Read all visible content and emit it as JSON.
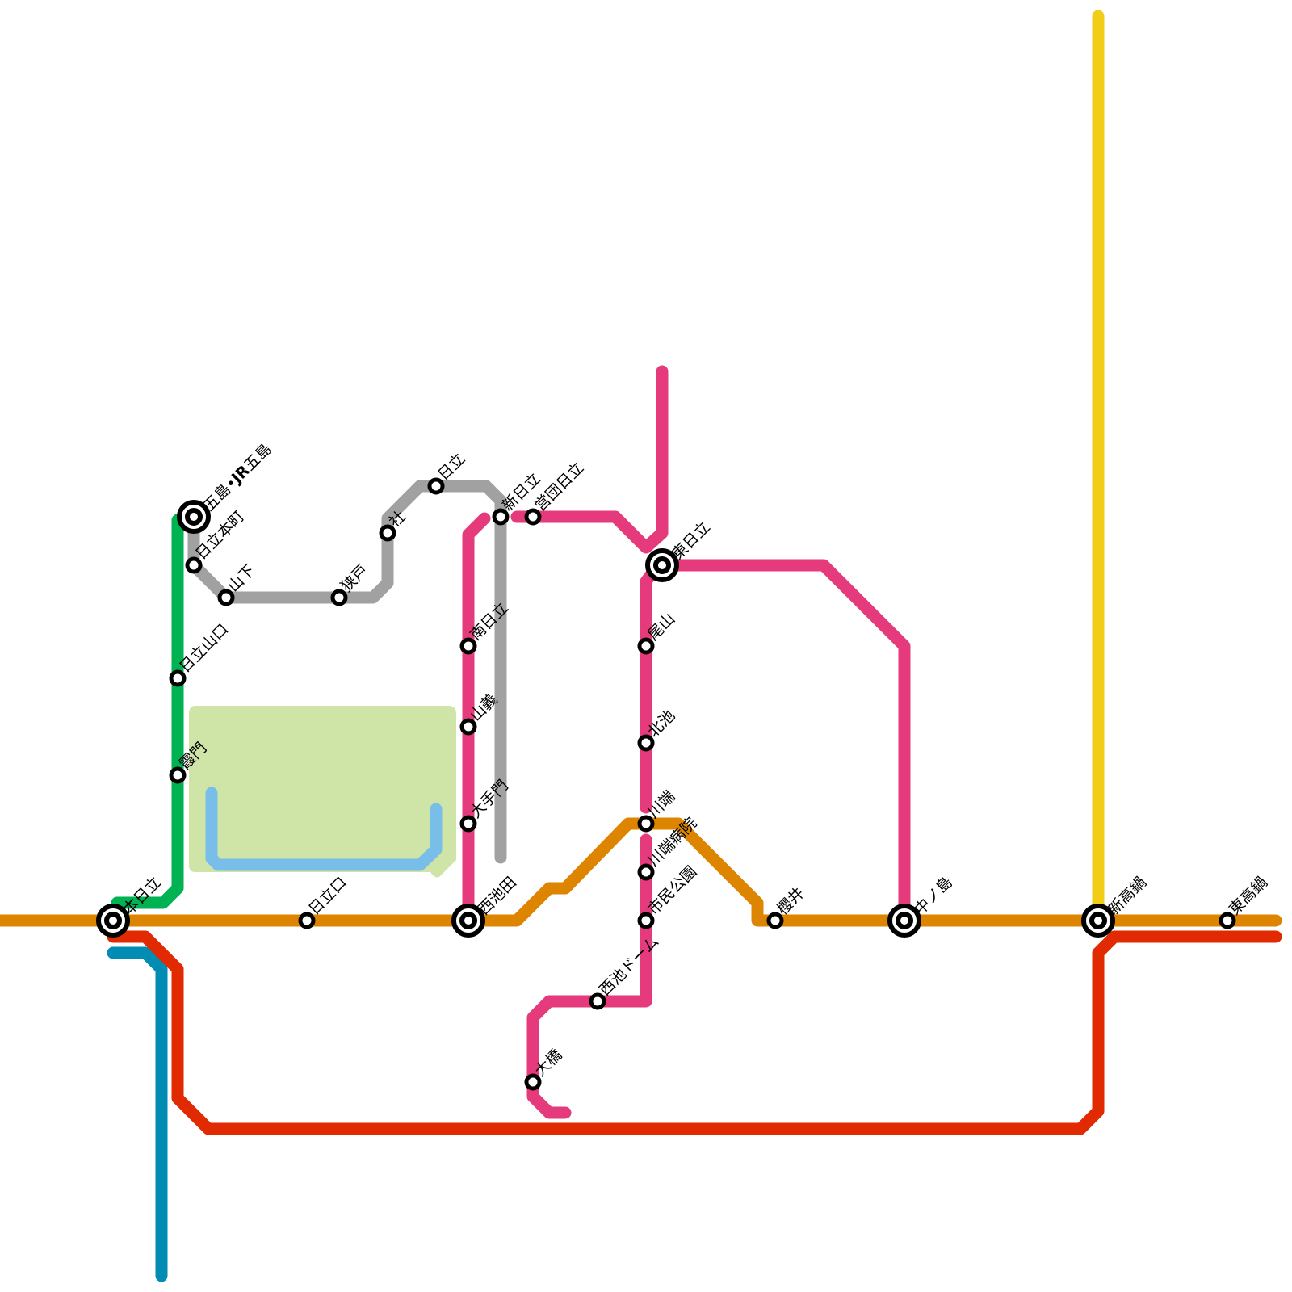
{
  "map": {
    "title": "",
    "background": "#ffffff"
  },
  "lines": [
    {
      "id": "orange",
      "name": "orange-line",
      "color": "#dd8500"
    },
    {
      "id": "red",
      "name": "red-line",
      "color": "#e12a02"
    },
    {
      "id": "teal",
      "name": "teal-line",
      "color": "#028cb4"
    },
    {
      "id": "green",
      "name": "green-line",
      "color": "#00b251"
    },
    {
      "id": "gray",
      "name": "gray-line",
      "color": "#a1a1a1"
    },
    {
      "id": "pink",
      "name": "pink-line",
      "color": "#e53b7c"
    },
    {
      "id": "yellow",
      "name": "yellow-line",
      "color": "#f1cd17"
    },
    {
      "id": "lightblue",
      "name": "light-blue-line",
      "color": "#79bde9"
    }
  ],
  "areas": [
    {
      "id": "park",
      "name": "park-area",
      "color": "#cfe4a7"
    }
  ],
  "stations": [
    {
      "id": "gotou",
      "label": "五島•JR五島",
      "interchange": true,
      "bold_part": "JR"
    },
    {
      "id": "hitachi-honmachi",
      "label": "日立本町",
      "interchange": false
    },
    {
      "id": "yamashita",
      "label": "山下",
      "interchange": false
    },
    {
      "id": "sebato",
      "label": "狭戸",
      "interchange": false
    },
    {
      "id": "yashiro",
      "label": "社",
      "interchange": false
    },
    {
      "id": "hitachi",
      "label": "日立",
      "interchange": false
    },
    {
      "id": "shin-hitachi",
      "label": "新日立",
      "interchange": false
    },
    {
      "id": "eidan-hitachi",
      "label": "営団日立",
      "interchange": false
    },
    {
      "id": "higashi-hitachi",
      "label": "東日立",
      "interchange": true
    },
    {
      "id": "minami-hitachi",
      "label": "南日立",
      "interchange": false
    },
    {
      "id": "sangi",
      "label": "山義",
      "interchange": false
    },
    {
      "id": "ootemon",
      "label": "大手門",
      "interchange": false
    },
    {
      "id": "nishiikeda",
      "label": "西池田",
      "interchange": true
    },
    {
      "id": "hitachi-yamaguchi",
      "label": "日立山口",
      "interchange": false
    },
    {
      "id": "kasumimon",
      "label": "霞門",
      "interchange": false
    },
    {
      "id": "hon-hitachi",
      "label": "本日立",
      "interchange": true
    },
    {
      "id": "hitachiguchi",
      "label": "日立口",
      "interchange": false
    },
    {
      "id": "oyama",
      "label": "尾山",
      "interchange": false
    },
    {
      "id": "kitaike",
      "label": "北池",
      "interchange": false
    },
    {
      "id": "kawabata",
      "label": "川端",
      "interchange": false
    },
    {
      "id": "kawabata-byouin",
      "label": "川端病院",
      "interchange": false
    },
    {
      "id": "shimin-kouen",
      "label": "市民公園",
      "interchange": false
    },
    {
      "id": "nishiike-dome",
      "label": "西池ドーム",
      "interchange": false
    },
    {
      "id": "oohashi",
      "label": "大橋",
      "interchange": false
    },
    {
      "id": "sakurai",
      "label": "櫻井",
      "interchange": false
    },
    {
      "id": "nakanoshima",
      "label": "中ノ島",
      "interchange": true
    },
    {
      "id": "shin-takanabe",
      "label": "新高鍋",
      "interchange": true
    },
    {
      "id": "higashi-takanabe",
      "label": "東高鍋",
      "interchange": false
    }
  ]
}
